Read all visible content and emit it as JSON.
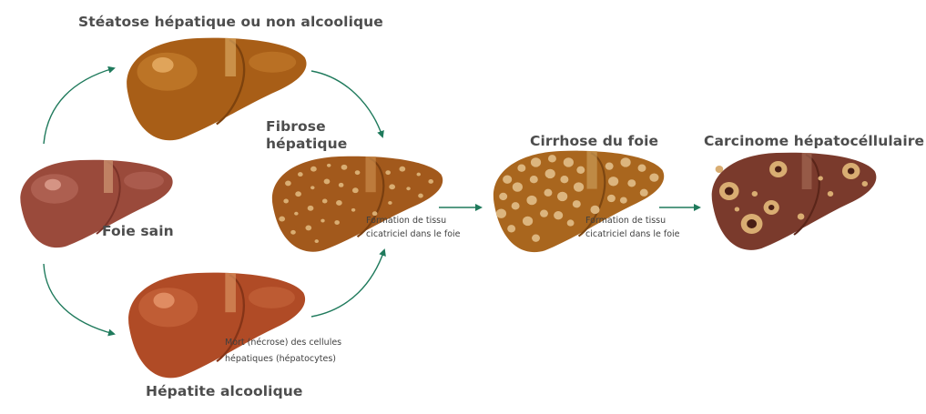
{
  "stages": {
    "healthy": "Foie sain",
    "steatosis": "Stéatose hépatique ou non alcoolique",
    "hepatitis": "Hépatite alcoolique",
    "fibrosis": "Fibrose hépatique",
    "cirrhosis": "Cirrhose du foie",
    "carcinoma": "Carcinome hépatocéllulaire"
  },
  "notes": {
    "hepatitis_line1": "Mort (nécrose) des cellules",
    "hepatitis_line2": "hépatiques (hépatocytes)",
    "fibrosis_line1": "Formation de tissu",
    "fibrosis_line2": "cicatriciel dans le foie",
    "cirrhosis_line1": "Formation de tissu",
    "cirrhosis_line2": "cicatriciel dans le foie"
  },
  "colors": {
    "arrow": "#1f7a5c",
    "healthy": "#9a4a3b",
    "steatosis": "#a85e17",
    "hepatitis": "#b04b26",
    "fibrosis": "#a2591c",
    "cirrhosis": "#a9661e",
    "carcinoma": "#7a3a2c",
    "scar": "#d9ad72"
  }
}
